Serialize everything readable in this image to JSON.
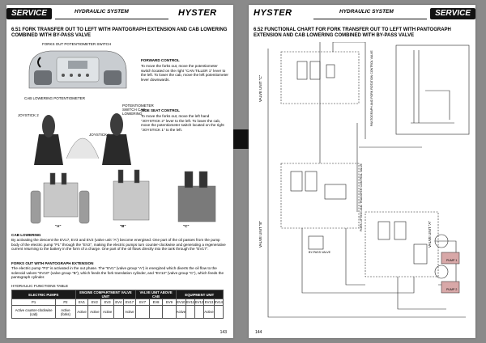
{
  "left": {
    "badge": "SERVICE",
    "system": "HYDRAULIC SYSTEM",
    "logo": "HYSTER",
    "section": "6.51  FORK TRANSFER OUT TO LEFT WITH PANTOGRAPH EXTENSION AND CAB LOWERING COMBINED WITH BY-PASS VALVE",
    "fig_labels": {
      "forks_switch": "FORKS OUT POTENTIOMETER SWITCH",
      "cab_pot": "CAB LOWERING POTENTIOMETER",
      "pot_switch": "POTENTIOMETER SWITCH CAB LOWERING",
      "joystick2": "JOYSTICK 2",
      "joystick1": "JOYSTICK 1",
      "valve_a": "\"A\"",
      "valve_b": "\"B\"",
      "valve_c": "\"C\""
    },
    "forward_control_title": "FORWARD CONTROL",
    "forward_control_text": "To move the forks out, move the potentiometer switch located on the right \"CAN TILLER 1\" lever to the left. To lower the cab, move the left potentiometer lever downwards.",
    "side_seat_title": "SIDE SEAT CONTROL",
    "side_seat_text": "To move the forks out, move the left hand \"JOYSTICK 2\" lever to the left. To lower the cab, move the potentiometer switch located on the right \"JOYSTICK 1\" to the left.",
    "cab_lowering_title": "CAB LOWERING",
    "cab_lowering_text": "By activating the descent the EV17, EV3 and EV2 (valve unit \"A\") become energised. One part of the oil passes from the pump body of the electric pump \"P1\" through the \"EV2\", making the electric pumps turn counter-clockwise and generating a regenerative current returning to the battery in the form of a charge. One part of the oil flows directly into the tank through the \"EV17\".",
    "forks_out_title": "FORKS OUT WITH PANTOGRAPH EXTENSION",
    "forks_out_text": "The electric pump \"P2\" is activated in the out phase. The \"EV1\" (valve group \"A\") is energized which diverts the oil flow to the solenoid valves \"EV10\" (valve group \"B\"), which feeds the fork translation cylinder, and \"EV13\" (valve group \"C\"), which feeds the pantograph cylinder.",
    "table_title": "HYDRAULIC FUNCTIONS TABLE",
    "table": {
      "groups": [
        "ELECTRIC PUMPS",
        "ENGINE COMPARTMENT VALVE UNIT",
        "VALVE UNIT ABOVE CAB",
        "EQUIPMENT UNIT"
      ],
      "cols": [
        "P1",
        "P2",
        "EV1",
        "EV2",
        "EV3",
        "EV4",
        "EV17",
        "EV7",
        "EV8",
        "EV9",
        "EV10",
        "EV11",
        "EV12",
        "EV13",
        "EV14"
      ],
      "row1": [
        "Active counter-clockwise (cab)",
        "Active (forks)",
        "Active",
        "Active",
        "Active",
        "",
        "Active",
        "",
        "",
        "",
        "Active",
        "",
        "",
        "Active",
        ""
      ]
    },
    "page_no": "143"
  },
  "right": {
    "badge": "SERVICE",
    "system": "HYDRAULIC SYSTEM",
    "logo": "HYSTER",
    "section": "6.52  FUNCTIONAL CHART FOR FORK TRANSFER OUT TO LEFT WITH PANTOGRAPH EXTENSION AND CAB LOWERING COMBINED WITH BY-PASS VALVE",
    "labels": {
      "valve_c": "VALVE UNIT \"C\"",
      "valve_b": "VALVE UNIT \"B\"",
      "valve_a": "VALVE UNIT \"A\"",
      "pantograph": "PANTOGRAPH AND FORK ROTATION CONTROL VALVE",
      "fork_lift": "FORK LIFTING AND TRANSFER CONTROL VALVE",
      "bypass": "BY-PASS VALVE",
      "pump1": "PUMP 1",
      "pump2": "PUMP 2"
    },
    "page_no": "144"
  }
}
